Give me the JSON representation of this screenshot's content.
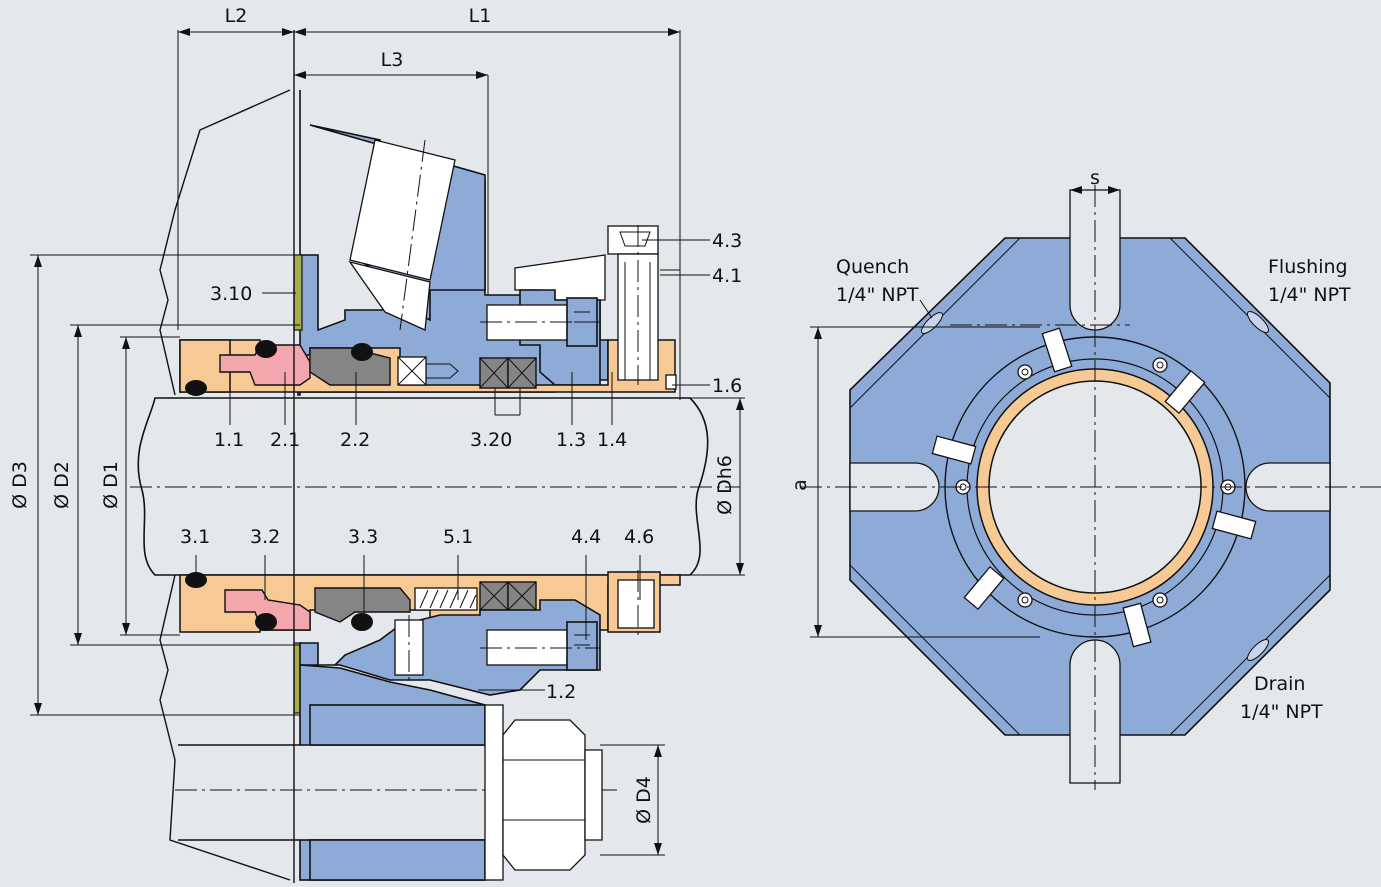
{
  "diagram": {
    "dimensions": {
      "L2": "L2",
      "L1": "L1",
      "L3": "L3",
      "D3": "Ø D3",
      "D2": "Ø D2",
      "D1": "Ø D1",
      "Dh6": "Ø Dh6",
      "D4": "Ø D4",
      "a": "a",
      "s": "s"
    },
    "parts": {
      "p3_10": "3.10",
      "p4_3": "4.3",
      "p4_1": "4.1",
      "p1_6": "1.6",
      "p1_1": "1.1",
      "p2_1": "2.1",
      "p2_2": "2.2",
      "p3_20": "3.20",
      "p1_3": "1.3",
      "p1_4": "1.4",
      "p3_1": "3.1",
      "p3_2": "3.2",
      "p3_3": "3.3",
      "p5_1": "5.1",
      "p4_4": "4.4",
      "p4_6": "4.6",
      "p1_2": "1.2"
    },
    "ports": {
      "quench_name": "Quench",
      "quench_size": "1/4\" NPT",
      "flushing_name": "Flushing",
      "flushing_size": "1/4\" NPT",
      "drain_name": "Drain",
      "drain_size": "1/4\" NPT"
    },
    "colors": {
      "housing_blue": "#8eabd8",
      "sleeve_orange": "#f6c995",
      "seal_face_pink": "#f3a7ad",
      "ring_grey": "#858585",
      "gasket_olive": "#a7ad4c",
      "background": "#e4e7ec"
    }
  }
}
